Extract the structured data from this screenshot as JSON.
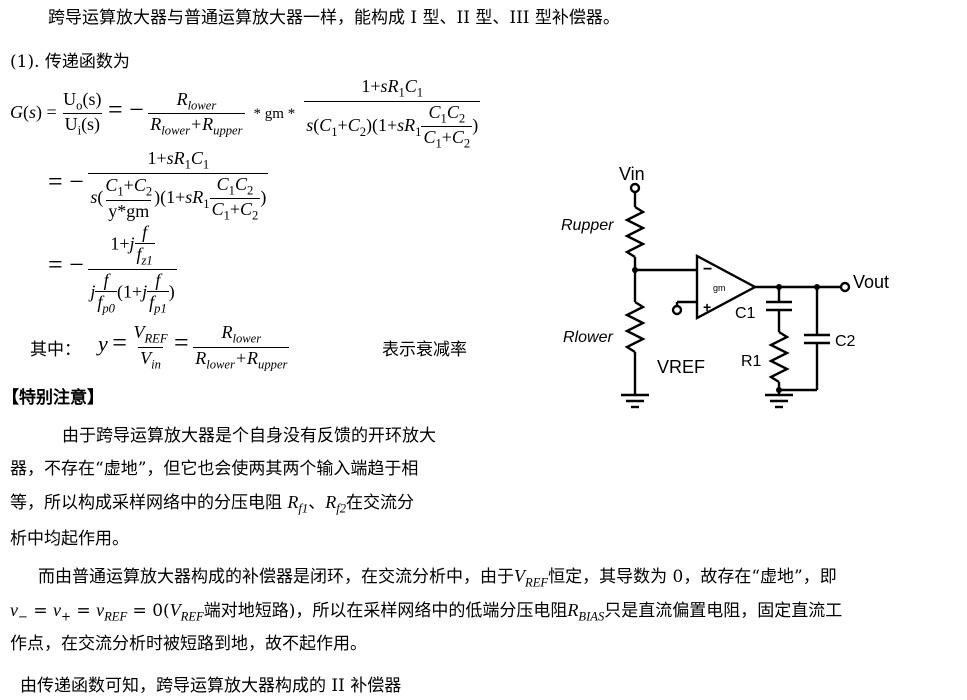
{
  "intro": "跨导运算放大器与普通运算放大器一样，能构成 I 型、II 型、III 型补偿器。",
  "section1": "(1). 传递函数为",
  "eq": {
    "lhs": "G(s) =",
    "uo": "Uo(s)",
    "ui": "Ui(s)",
    "eq_minus": "= −",
    "r_lower": "Rlower",
    "r_sum": "Rlower+Rupper",
    "gm_mult": "* gm *",
    "num1": "1+sR1C1",
    "den1": "s(C1+C2)(1+sR1·C1C2/(C1+C2))",
    "line2_den": "s((C1+C2)/(y*gm))(1+sR1·C1C2/(C1+C2))",
    "line3_num": "1+j f/fz1",
    "line3_den": "j f/fp0 (1+j f/fp1)"
  },
  "where": {
    "label": "其中：",
    "y_def": "y = VREF/Vin = Rlower/(Rlower+Rupper)",
    "desc": "表示衰减率"
  },
  "note_title": "【特别注意】",
  "note_lines": [
    "由于跨导运算放大器是个自身没有反馈的开环放大",
    "器，不存在“虚地”，但它也会使两其两个输入端趋于相",
    "等，所以构成采样网络中的分压电阻",
    "在交流分",
    "析中均起作用。"
  ],
  "para2": {
    "l1a": "而由普通运算放大器构成的补偿器是闭环，在交流分析中，由于",
    "l1b": "恒定，其导数为 0，故存在“虚地”，即",
    "l2a": "端对地短路)，所以在采样网络中的低端分压电阻",
    "l2b": "只是直流偏置电阻，固定直流工",
    "l3": "作点，在交流分析时被短路到地，故不起作用。"
  },
  "last_line": "由传递函数可知，跨导运算放大器构成的 II 补偿器",
  "circuit": {
    "vin": "Vin",
    "vout": "Vout",
    "vref": "VREF",
    "r_upper": "Rupper",
    "r_lower": "Rlower",
    "gm": "gm",
    "c1": "C1",
    "c2": "C2",
    "r1": "R1"
  }
}
